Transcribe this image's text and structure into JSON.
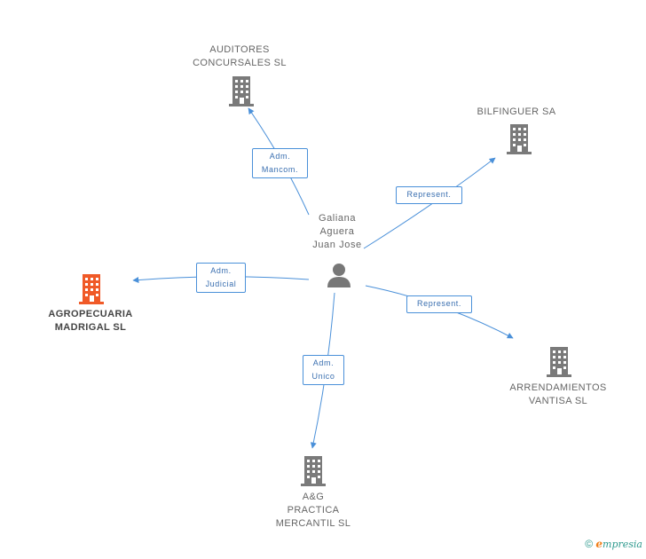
{
  "colors": {
    "link": "#4a90d9",
    "node": "#7a7a7a",
    "focus_node": "#f05a28",
    "person": "#777777"
  },
  "person": {
    "name": "Galiana\nAguera\nJuan Jose",
    "icon": "person-icon"
  },
  "companies": [
    {
      "id": "auditores",
      "name": "AUDITORES\nCONCURSALES SL",
      "icon": "building-icon",
      "focus": false
    },
    {
      "id": "bilfinguer",
      "name": "BILFINGUER SA",
      "icon": "building-icon",
      "focus": false
    },
    {
      "id": "agropecuaria",
      "name": "AGROPECUARIA\nMADRIGAL  SL",
      "icon": "building-icon",
      "focus": true
    },
    {
      "id": "arrendamientos",
      "name": "ARRENDAMIENTOS\nVANTISA SL",
      "icon": "building-icon",
      "focus": false
    },
    {
      "id": "ag",
      "name": "A&G\nPRACTICA\nMERCANTIL SL",
      "icon": "building-icon",
      "focus": false
    }
  ],
  "relations": [
    {
      "target": "auditores",
      "label": "Adm.\nMancom."
    },
    {
      "target": "bilfinguer",
      "label": "Represent."
    },
    {
      "target": "agropecuaria",
      "label": "Adm.\nJudicial"
    },
    {
      "target": "arrendamientos",
      "label": "Represent."
    },
    {
      "target": "ag",
      "label": "Adm.\nUnico"
    }
  ],
  "footer": {
    "copyright": "©",
    "brand_initial": "e",
    "brand_rest": "mpresia"
  }
}
